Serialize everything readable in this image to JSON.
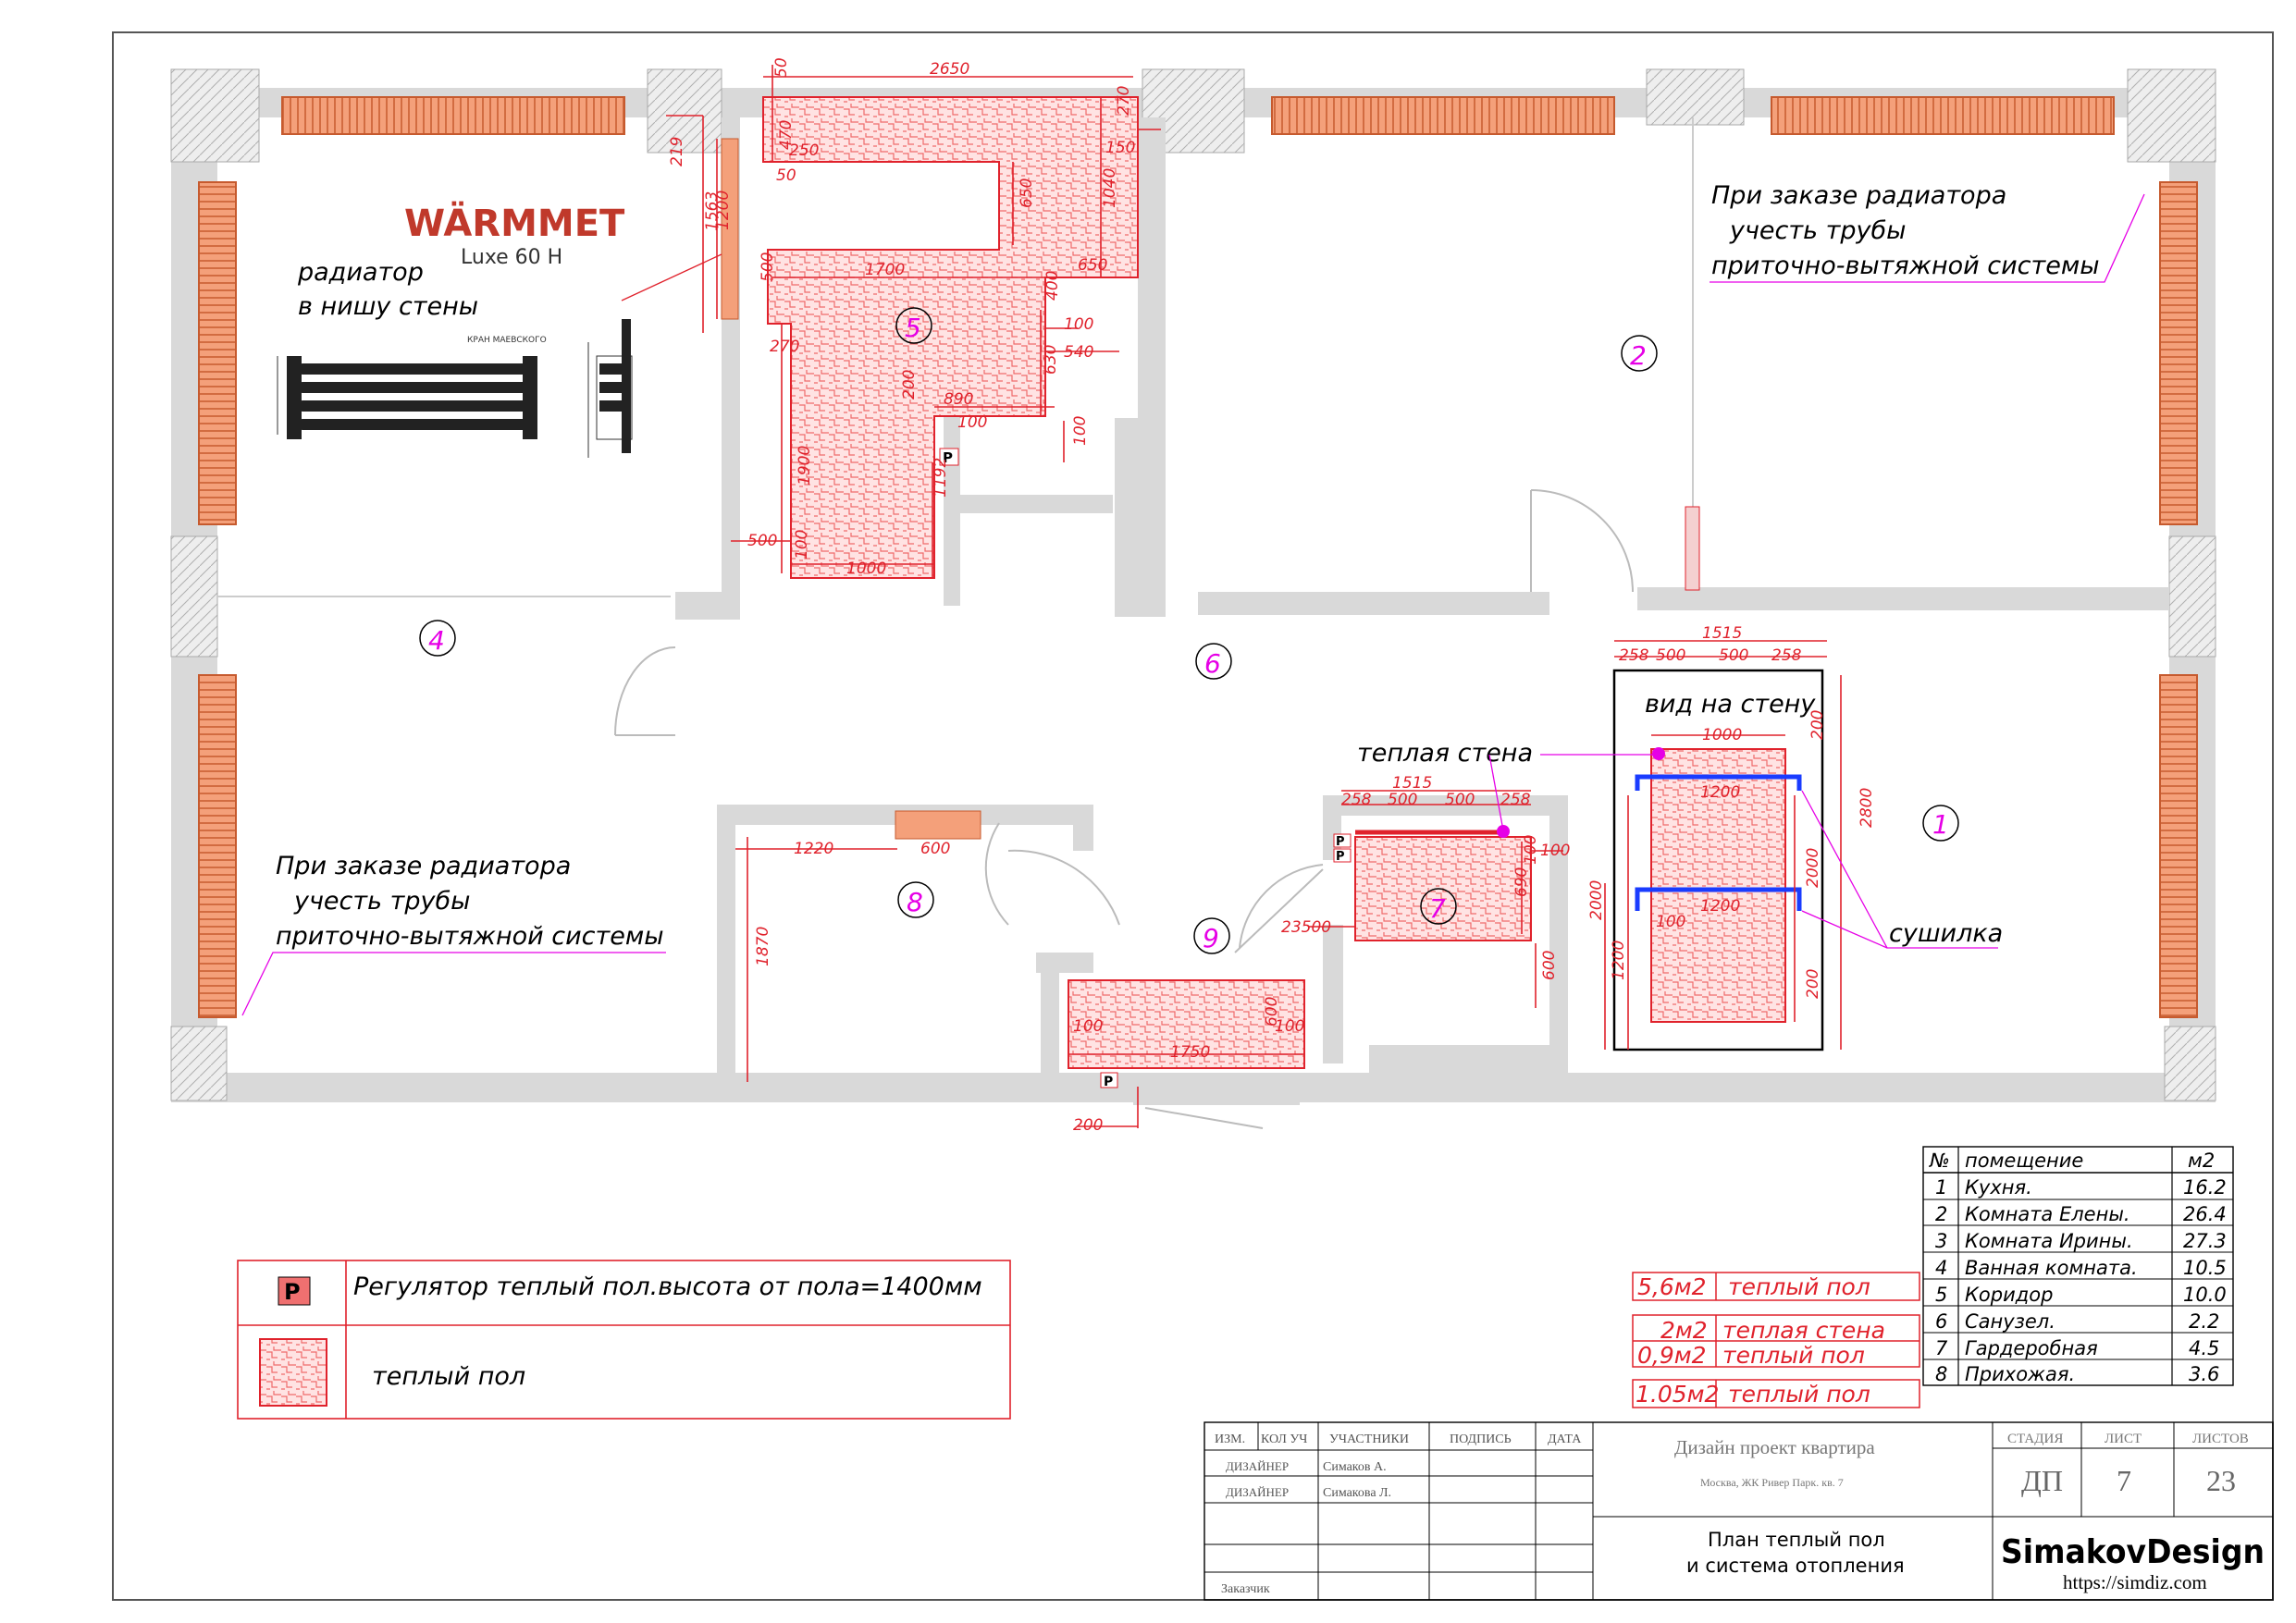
{
  "brand": {
    "name": "WÄRMMET",
    "model": "Luxe 60 H",
    "accent": "#c0392b"
  },
  "radiator_note": {
    "line1": "радиатор",
    "line2": "в нишу стены"
  },
  "detail_small_text": "КРАН МАЕВСКОГО",
  "order_note": {
    "line1": "При заказе радиатора",
    "line2": "учесть трубы",
    "line3": "приточно-вытяжной системы"
  },
  "rooms": [
    "1",
    "2",
    "4",
    "5",
    "6",
    "7",
    "8",
    "9"
  ],
  "labels": {
    "warm_wall": "теплая стена",
    "wall_view": "вид на стену",
    "dryer": "сушилка",
    "regulator_mark": "Р"
  },
  "dimensions": {
    "d2650": "2650",
    "d50": "50",
    "d470": "470",
    "d250": "250",
    "d219": "219",
    "d1563": "1563",
    "d1200": "1200",
    "d650": "650",
    "d1040": "1040",
    "d270": "270",
    "d150": "150",
    "d1700": "1700",
    "d500": "500",
    "d400": "400",
    "d100": "100",
    "d540": "540",
    "d630": "630",
    "d890": "890",
    "d200": "200",
    "d1900": "1900",
    "d1192": "1192",
    "d1000": "1000",
    "d1515": "1515",
    "d258": "258",
    "d2800": "2800",
    "d2000": "2000",
    "d600": "600",
    "d690": "690",
    "d23500": "23500",
    "d1220": "1220",
    "d1870": "1870",
    "d1750": "1750"
  },
  "legend": {
    "regulator_text": "Регулятор теплый пол.высота от пола=1400мм",
    "floor_text": "теплый пол",
    "regulator_symbol": "Р"
  },
  "areas": [
    {
      "value": "5,6м2",
      "label": "теплый пол"
    },
    {
      "value": "2м2",
      "label": "теплая стена"
    },
    {
      "value": "0,9м2",
      "label": "теплый пол"
    },
    {
      "value": "1.05м2",
      "label": "теплый пол"
    }
  ],
  "room_table": {
    "headers": [
      "№",
      "помещение",
      "м2"
    ],
    "rows": [
      [
        "1",
        "Кухня.",
        "16.2"
      ],
      [
        "2",
        "Комната Елены.",
        "26.4"
      ],
      [
        "3",
        "Комната Ирины.",
        "27.3"
      ],
      [
        "4",
        "Ванная комната.",
        "10.5"
      ],
      [
        "5",
        "Коридор",
        "10.0"
      ],
      [
        "6",
        "Санузел.",
        "2.2"
      ],
      [
        "7",
        "Гардеробная",
        "4.5"
      ],
      [
        "8",
        "Прихожая.",
        "3.6"
      ]
    ]
  },
  "title_block": {
    "h_izm": "ИЗМ.",
    "h_kol": "КОЛ УЧ",
    "h_participants": "УЧАСТНИКИ",
    "h_signature": "ПОДПИСЬ",
    "h_date": "ДАТА",
    "role1": "ДИЗАЙНЕР",
    "name1": "Симаков А.",
    "role2": "ДИЗАЙНЕР",
    "name2": "Симакова Л.",
    "customer": "Заказчик",
    "project": "Дизайн проект квартира",
    "address": "Москва, ЖК Ривер Парк. кв. 7",
    "sheet_title_1": "План теплый пол",
    "sheet_title_2": "и система отопления",
    "h_stage": "СТАДИЯ",
    "h_sheet": "ЛИСТ",
    "h_sheets": "ЛИСТОВ",
    "stage": "ДП",
    "sheet": "7",
    "sheets": "23",
    "logo": "SimakovDesign",
    "site": "https://simdiz.com"
  },
  "colors": {
    "dimension_red": "#e0222c",
    "room_magenta": "#e600e6",
    "radiator_orange": "#f4a07a",
    "wall_grey": "#d9d9d9",
    "towel_blue": "#1a3cff"
  }
}
